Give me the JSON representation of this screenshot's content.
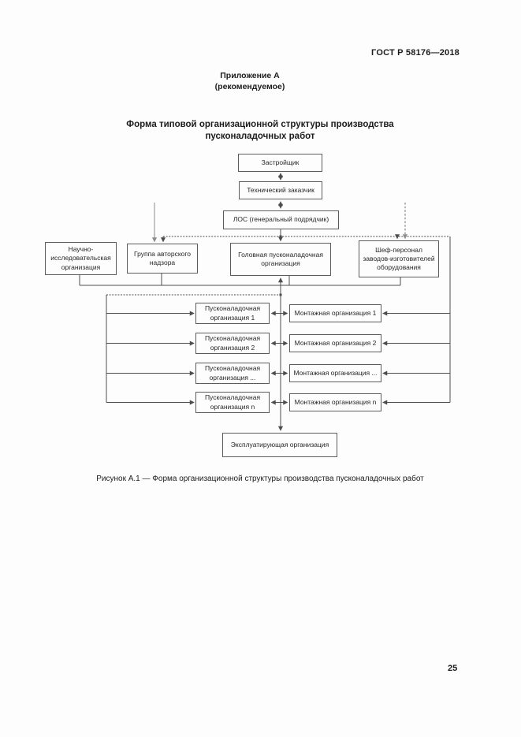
{
  "page": {
    "header": "ГОСТ Р 58176—2018",
    "appendix_title": "Приложение А",
    "appendix_subtitle": "(рекомендуемое)",
    "figure_title": "Форма типовой организационной структуры производства\nпусконаладочных работ",
    "caption": "Рисунок А.1 — Форма организационной структуры производства пусконаладочных работ",
    "page_number": "25"
  },
  "diagram": {
    "nodes": {
      "developer": "Застройщик",
      "technical_customer": "Технический заказчик",
      "general_contractor": "ЛОС (генеральный подрядчик)",
      "research_org": "Научно-\nисследовательская\nорганизация",
      "author_supervision": "Группа авторского\nнадзора",
      "head_commissioning": "Головная пусконаладочная\nорганизация",
      "chief_personnel": "Шеф-персонал\nзаводов-изготовителей\nоборудования",
      "operating_org": "Эксплуатирующая организация"
    },
    "commissioning_orgs": [
      "Пусконаладочная\nорганизация 1",
      "Пусконаладочная\nорганизация 2",
      "Пусконаладочная\nорганизация ...",
      "Пусконаладочная\nорганизация n"
    ],
    "installation_orgs": [
      "Монтажная организация 1",
      "Монтажная организация 2",
      "Монтажная организация ...",
      "Монтажная организация n"
    ]
  },
  "colors": {
    "line": "#4d4d4d",
    "line_light": "#8c8c8c",
    "box_border": "#5c5c5c",
    "text": "#1c1c1c",
    "page_bg": "#fdfdfd"
  }
}
